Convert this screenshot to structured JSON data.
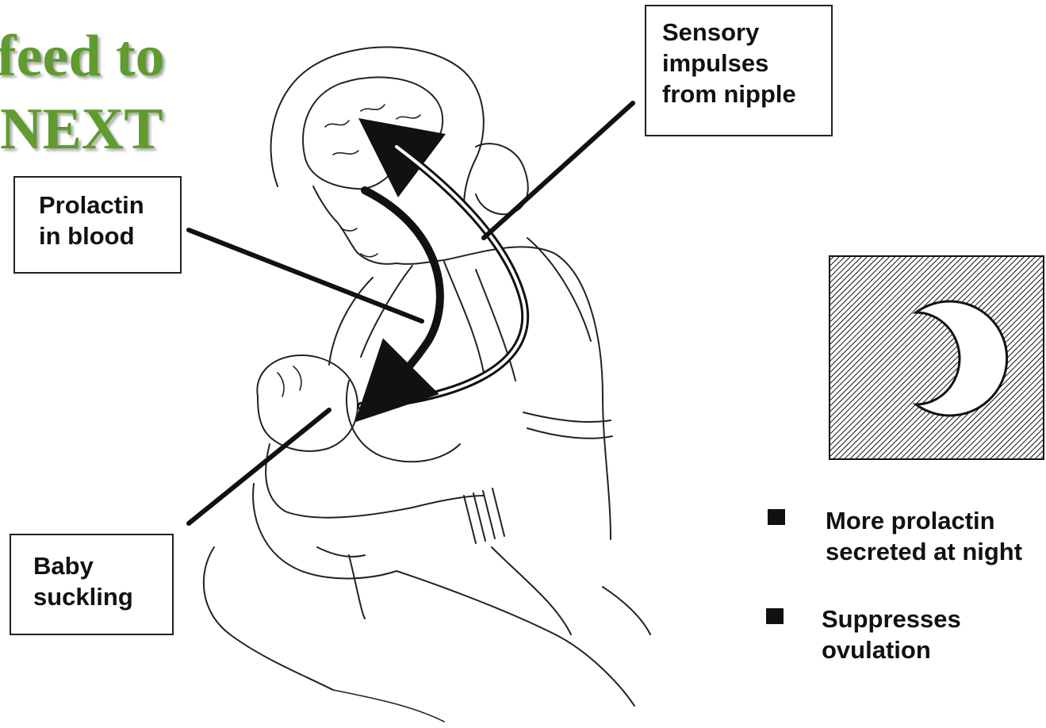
{
  "title": {
    "line1": "feed to",
    "line2": "NEXT"
  },
  "labels": {
    "sensory": [
      "Sensory",
      "impulses",
      "from nipple"
    ],
    "prolactin": [
      "Prolactin",
      "in blood"
    ],
    "baby": [
      "Baby",
      "suckling"
    ]
  },
  "bullets": [
    {
      "lines": [
        "More prolactin",
        "secreted at night"
      ]
    },
    {
      "lines": [
        "Suppresses",
        "ovulation"
      ]
    }
  ],
  "icons": {
    "night_panel": "crescent-moon-icon",
    "bullet": "square-bullet-icon"
  },
  "colors": {
    "title": "#5f9b2e",
    "ink": "#111111",
    "background": "#ffffff"
  }
}
